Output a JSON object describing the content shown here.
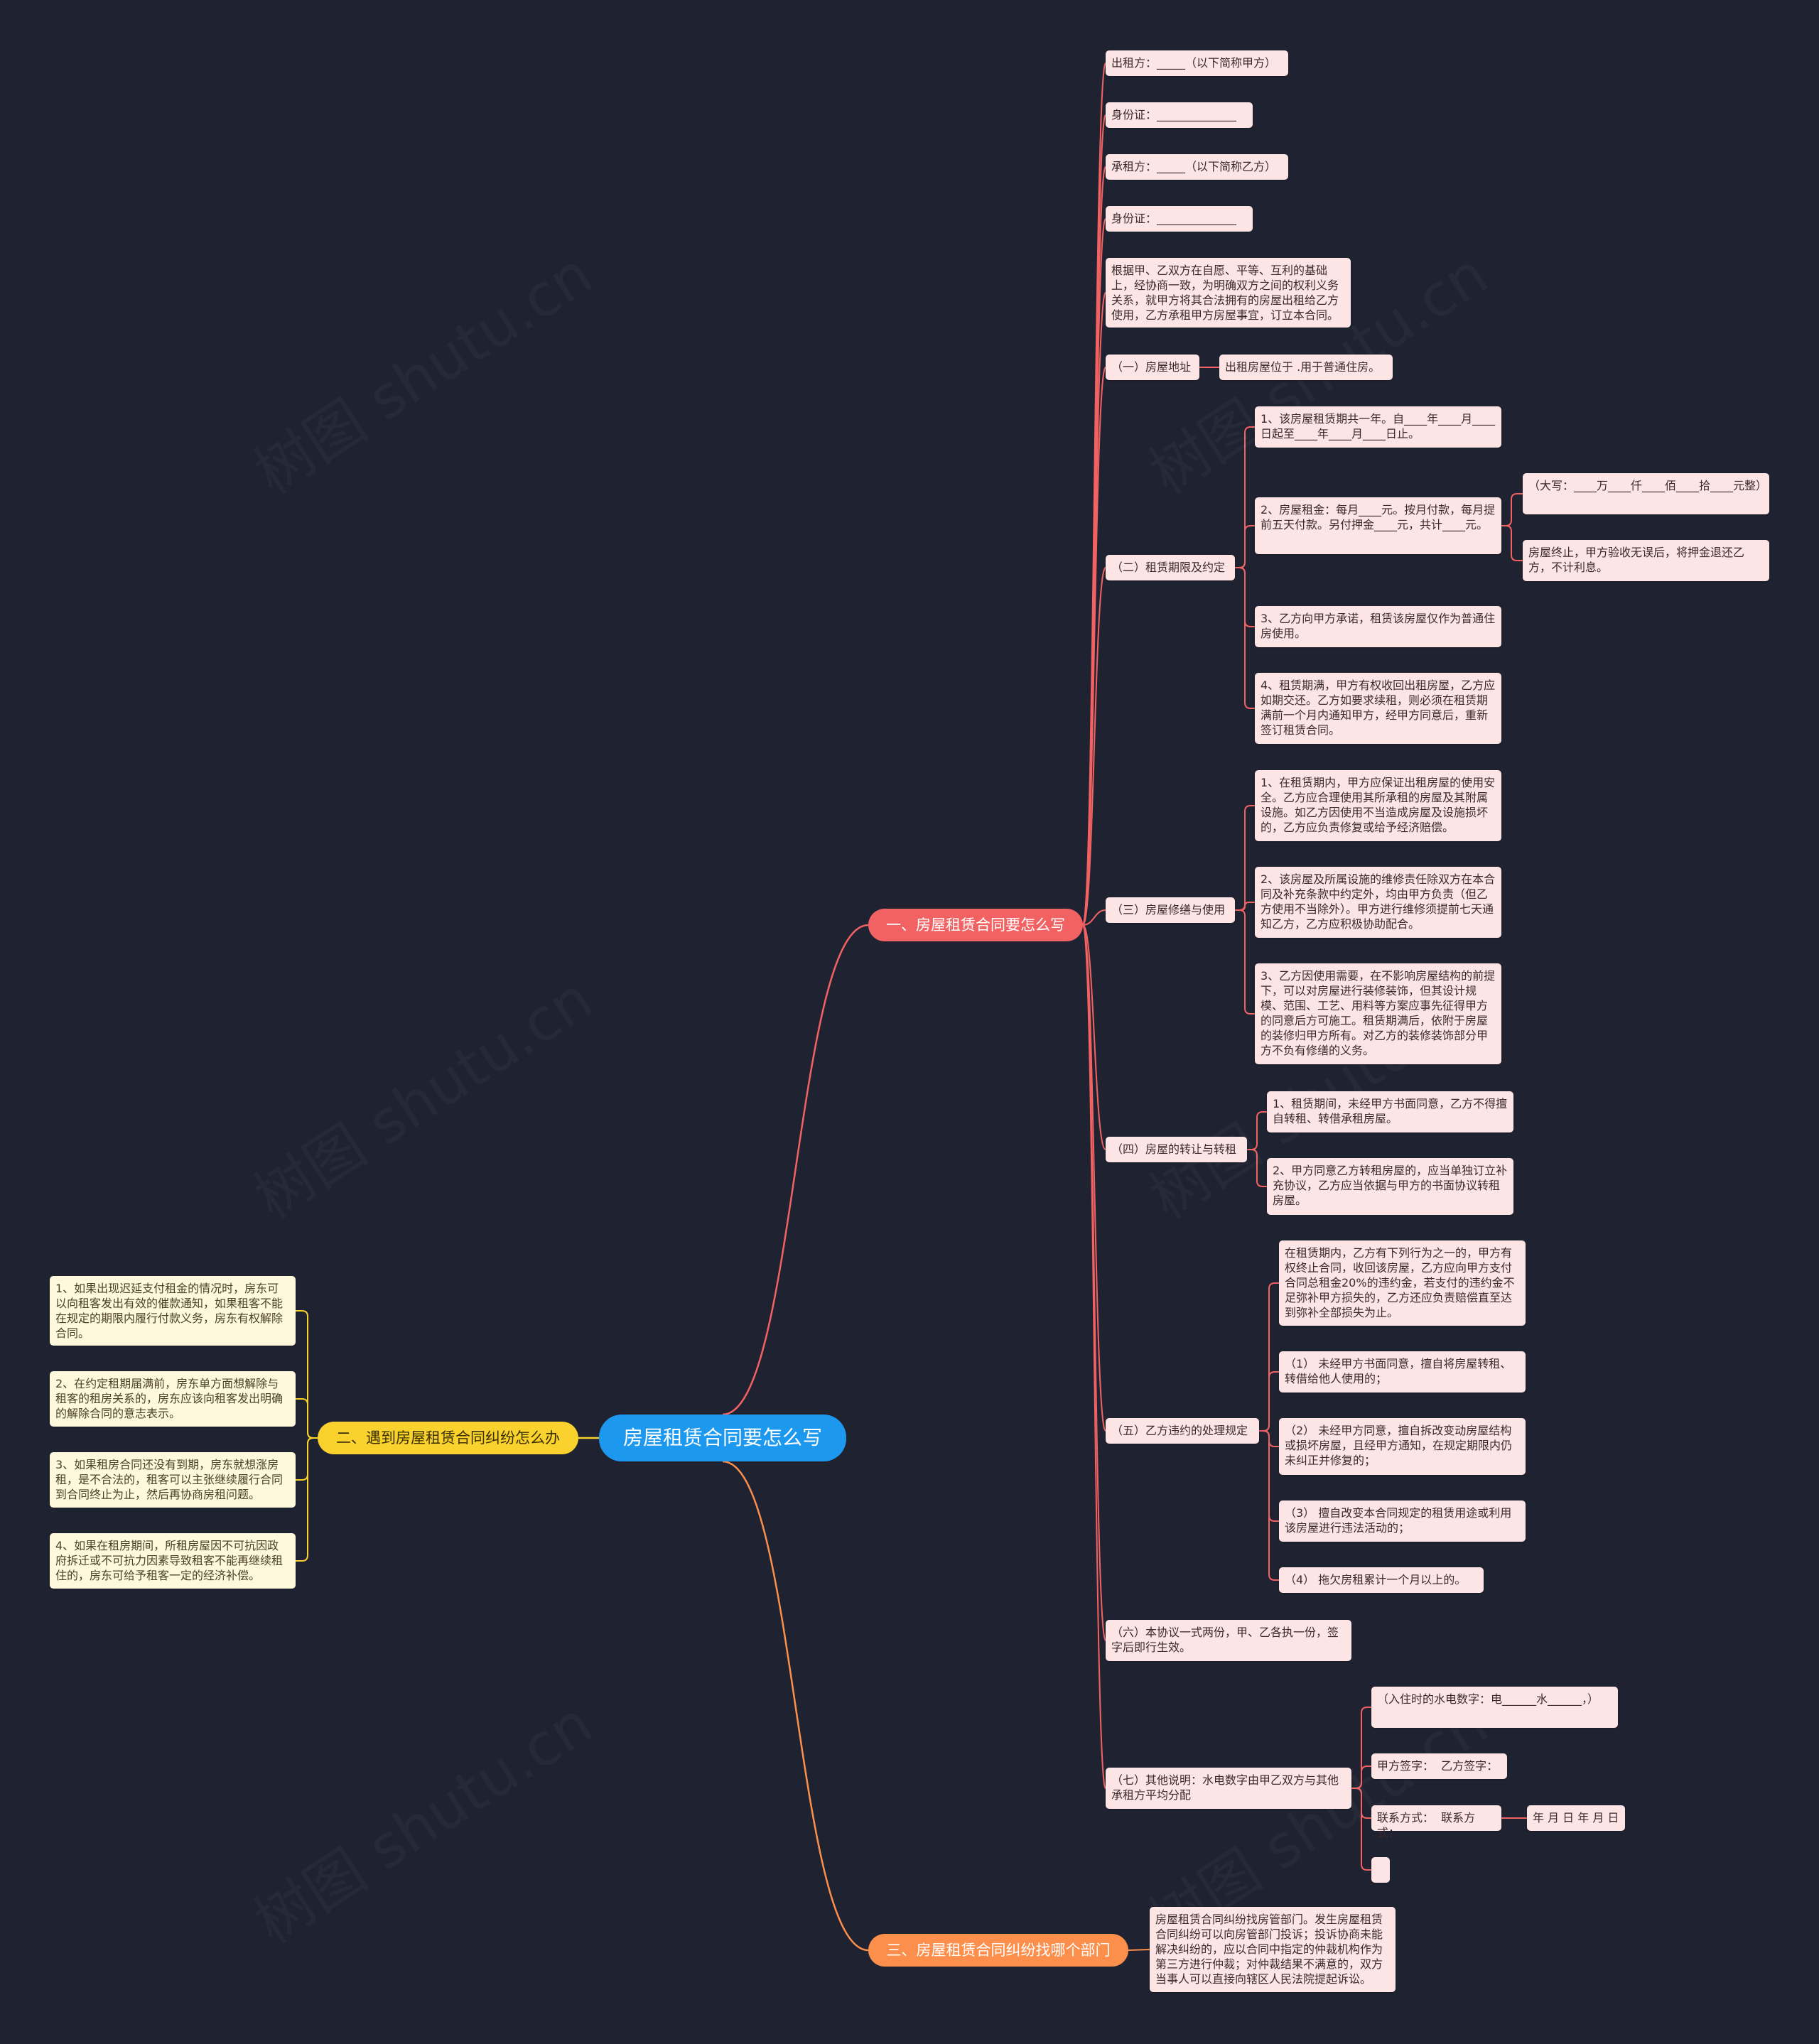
{
  "root": "房屋租赁合同要怎么写",
  "branch1": {
    "title": "一、房屋租赁合同要怎么写",
    "lessor": "出租方：_____（以下简称甲方）",
    "lessor_id": "身份证：______________",
    "lessee": "承租方：_____（以下简称乙方）",
    "lessee_id": "身份证：______________",
    "intro": "根据甲、乙双方在自愿、平等、互利的基础上，经协商一致，为明确双方之间的权利义务关系，就甲方将其合法拥有的房屋出租给乙方使用，乙方承租甲方房屋事宜，订立本合同。",
    "s1": {
      "title": "（一）房屋地址",
      "c1": "出租房屋位于 .用于普通住房。"
    },
    "s2": {
      "title": "（二）租赁期限及约定",
      "c1": "1、该房屋租赁期共一年。自____年____月____日起至____年____月____日止。",
      "c2": "2、房屋租金：每月____元。按月付款，每月提前五天付款。另付押金____元，共计____元。",
      "c2a": "（大写：____万____仟____佰____拾____元整）",
      "c2b": "房屋终止，甲方验收无误后，将押金退还乙方，不计利息。",
      "c3": "3、乙方向甲方承诺，租赁该房屋仅作为普通住房使用。",
      "c4": "4、租赁期满，甲方有权收回出租房屋，乙方应如期交还。乙方如要求续租，则必须在租赁期满前一个月内通知甲方，经甲方同意后，重新签订租赁合同。"
    },
    "s3": {
      "title": "（三）房屋修缮与使用",
      "c1": "1、在租赁期内，甲方应保证出租房屋的使用安全。乙方应合理使用其所承租的房屋及其附属设施。如乙方因使用不当造成房屋及设施损坏的，乙方应负责修复或给予经济赔偿。",
      "c2": "2、该房屋及所属设施的维修责任除双方在本合同及补充条款中约定外，均由甲方负责（但乙方使用不当除外）。甲方进行维修须提前七天通知乙方，乙方应积极协助配合。",
      "c3": "3、乙方因使用需要，在不影响房屋结构的前提下，可以对房屋进行装修装饰，但其设计规模、范围、工艺、用料等方案应事先征得甲方的同意后方可施工。租赁期满后，依附于房屋的装修归甲方所有。对乙方的装修装饰部分甲方不负有修缮的义务。"
    },
    "s4": {
      "title": "（四）房屋的转让与转租",
      "c1": "1、租赁期间，未经甲方书面同意，乙方不得擅自转租、转借承租房屋。",
      "c2": "2、甲方同意乙方转租房屋的，应当单独订立补充协议，乙方应当依据与甲方的书面协议转租房屋。"
    },
    "s5": {
      "title": "（五）乙方违约的处理规定",
      "c1": "在租赁期内，乙方有下列行为之一的，甲方有权终止合同，收回该房屋，乙方应向甲方支付合同总租金20%的违约金，若支付的违约金不足弥补甲方损失的，乙方还应负责赔偿直至达到弥补全部损失为止。",
      "c2": "（1） 未经甲方书面同意，擅自将房屋转租、转借给他人使用的；",
      "c3": "（2） 未经甲方同意，擅自拆改变动房屋结构或损坏房屋，且经甲方通知，在规定期限内仍未纠正并修复的；",
      "c4": "（3） 擅自改变本合同规定的租赁用途或利用该房屋进行违法活动的；",
      "c5": "（4） 拖欠房租累计一个月以上的。"
    },
    "s6": {
      "title": "（六）本协议一式两份，甲、乙各执一份，签字后即行生效。"
    },
    "s7": {
      "title": "（七）其他说明：水电数字由甲乙双方与其他承租方平均分配",
      "c1": "（入住时的水电数字：电______水______，）",
      "c2": "甲方签字：  乙方签字：",
      "c3": "联系方式：  联系方式：",
      "c3a": "年 月 日 年 月 日",
      "c4": ""
    }
  },
  "branch2": {
    "title": "二、遇到房屋租赁合同纠纷怎么办",
    "c1": "1、如果出现迟延支付租金的情况时，房东可以向租客发出有效的催款通知，如果租客不能在规定的期限内履行付款义务，房东有权解除合同。",
    "c2": "2、在约定租期届满前，房东单方面想解除与租客的租房关系的，房东应该向租客发出明确的解除合同的意志表示。",
    "c3": "3、如果租房合同还没有到期，房东就想涨房租，是不合法的，租客可以主张继续履行合同到合同终止为止，然后再协商房租问题。",
    "c4": "4、如果在租房期间，所租房屋因不可抗因政府拆迁或不可抗力因素导致租客不能再继续租住的，房东可给予租客一定的经济补偿。"
  },
  "branch3": {
    "title": "三、房屋租赁合同纠纷找哪个部门",
    "c1": "房屋租赁合同纠纷找房管部门。发生房屋租赁合同纠纷可以向房管部门投诉；投诉协商未能解决纠纷的，应以合同中指定的仲裁机构作为第三方进行仲裁；对仲裁结果不满意的，双方当事人可以直接向辖区人民法院提起诉讼。"
  },
  "watermark": "树图 shutu.cn",
  "colors": {
    "background": "#1f2331",
    "root": "#1c98ee",
    "branch1": "#f26262",
    "branch2": "#fad22d",
    "branch3": "#fb8f4b",
    "leaf_pink": "#fde5e5",
    "leaf_cream": "#fef8dc"
  }
}
